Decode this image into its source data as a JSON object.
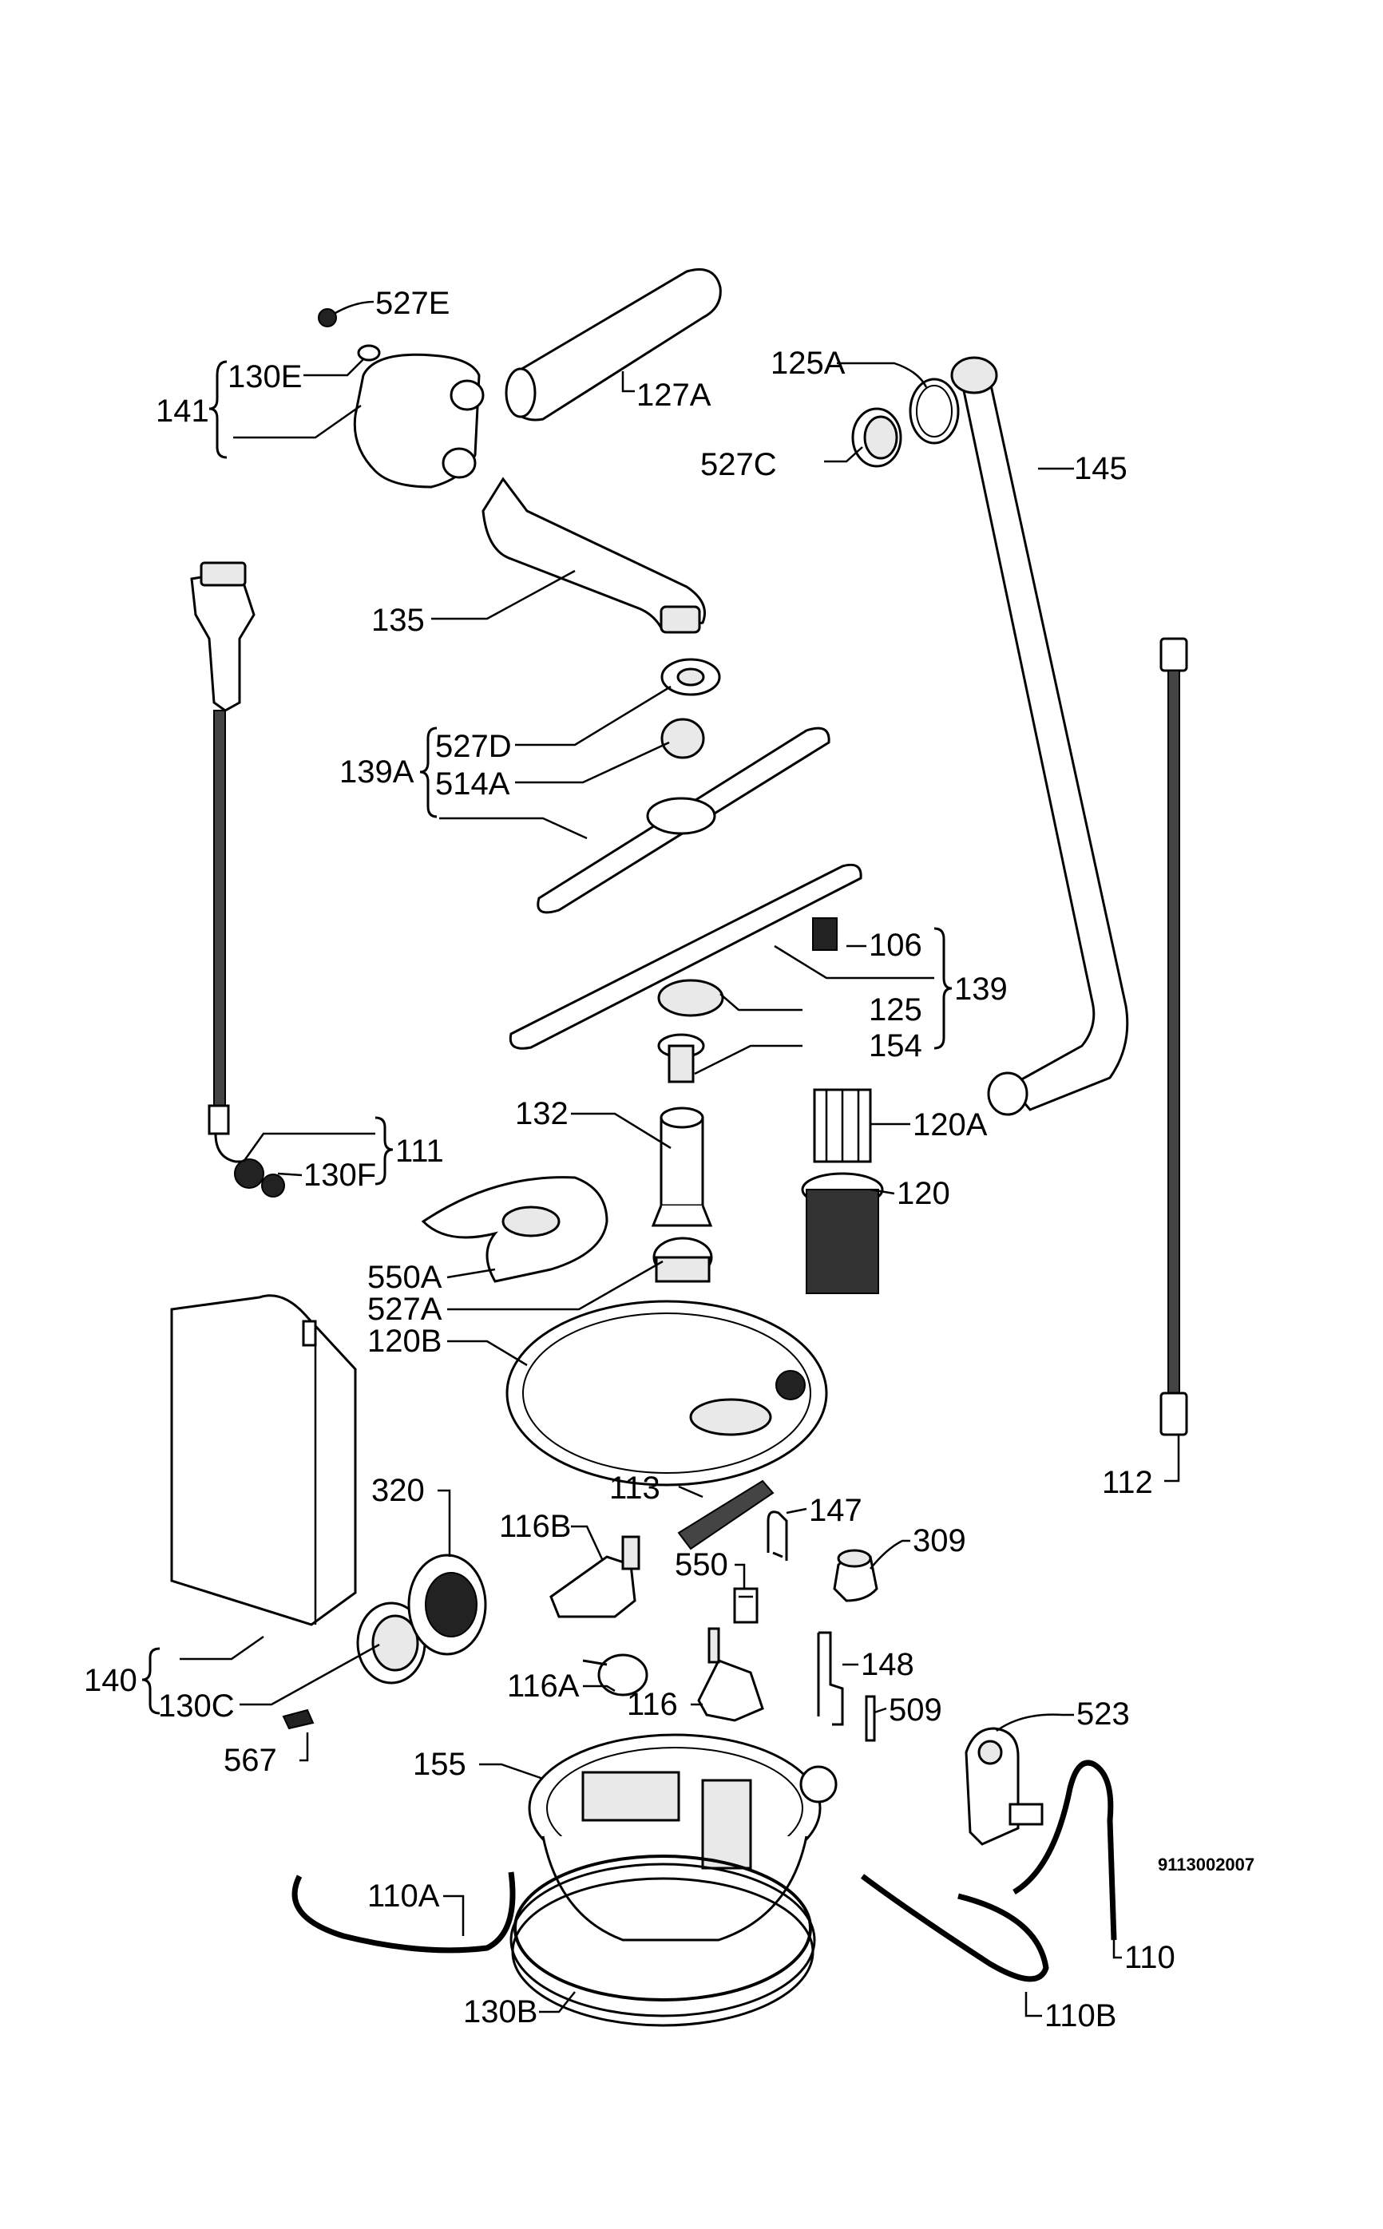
{
  "diagram_code": "9113002007",
  "labels": {
    "l527E": "527E",
    "l130E": "130E",
    "l141": "141",
    "l127A": "127A",
    "l125A": "125A",
    "l527C": "527C",
    "l145": "145",
    "l135": "135",
    "l527D": "527D",
    "l514A": "514A",
    "l139A": "139A",
    "l106": "106",
    "l139": "139",
    "l125": "125",
    "l154": "154",
    "l132": "132",
    "l120A": "120A",
    "l120": "120",
    "l111": "111",
    "l130F": "130F",
    "l550A": "550A",
    "l527A": "527A",
    "l120B": "120B",
    "l112": "112",
    "l113": "113",
    "l147": "147",
    "l320": "320",
    "l116B": "116B",
    "l309": "309",
    "l550": "550",
    "l148": "148",
    "l116A": "116A",
    "l140": "140",
    "l130C": "130C",
    "l116": "116",
    "l509": "509",
    "l523": "523",
    "l567": "567",
    "l155": "155",
    "l110A": "110A",
    "l110": "110",
    "l130B": "130B",
    "l110B": "110B"
  }
}
